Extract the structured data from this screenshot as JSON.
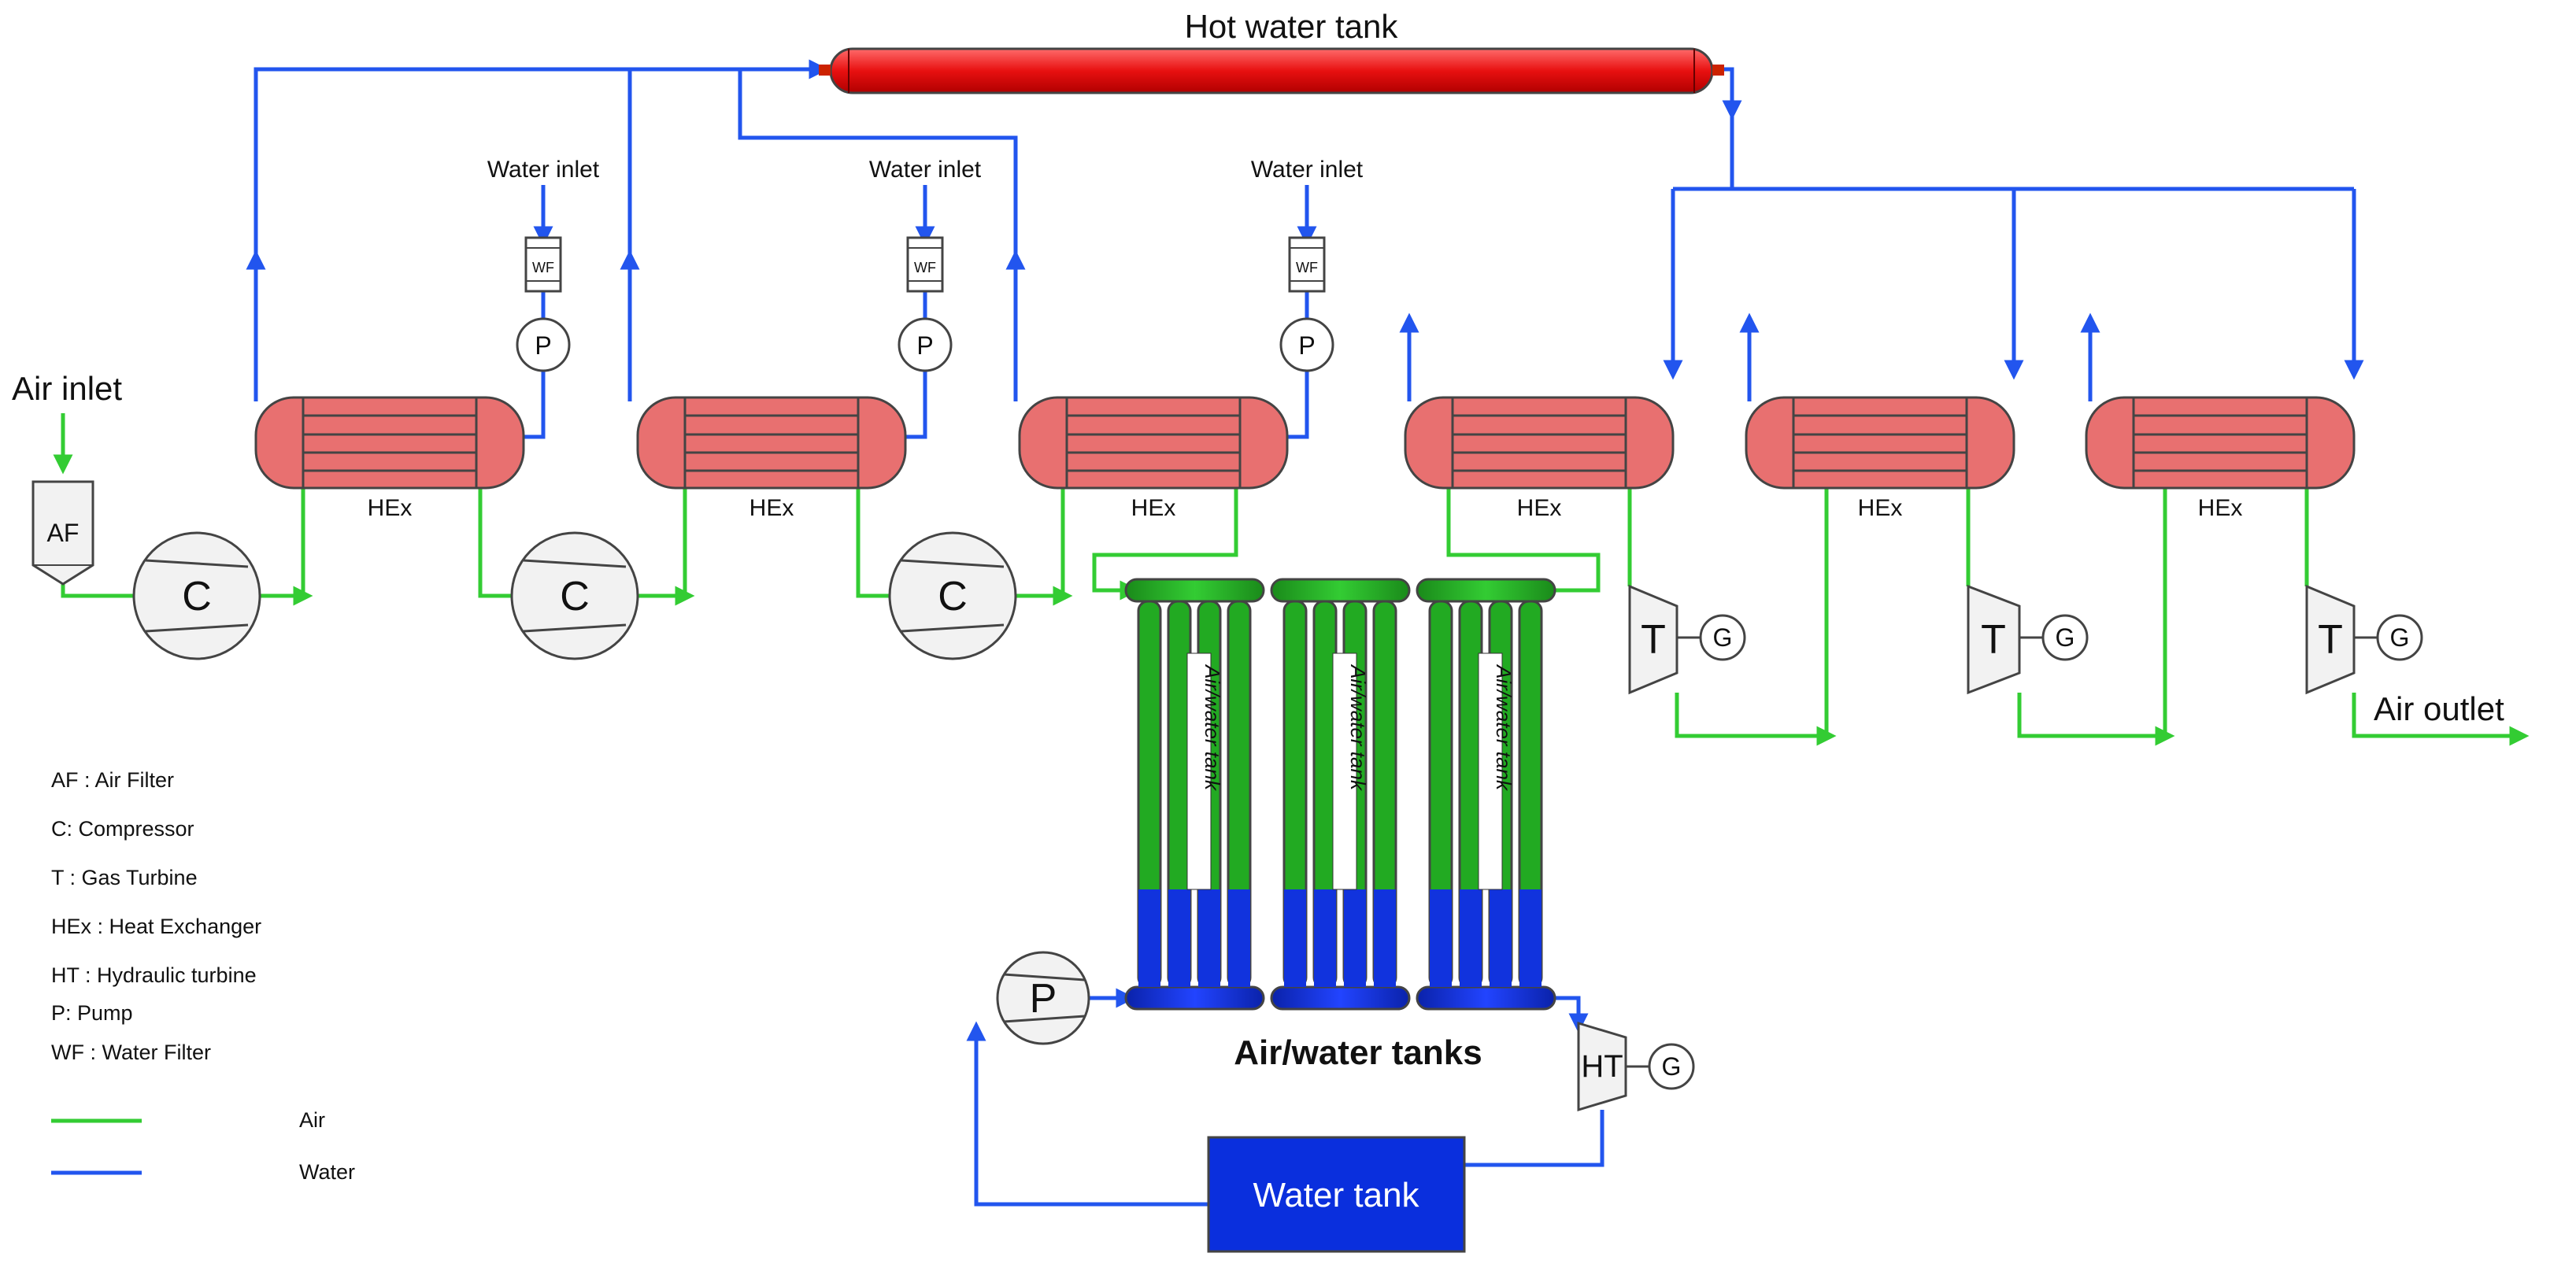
{
  "labels": {
    "hot_water_tank": "Hot water tank",
    "water_inlet": "Water inlet",
    "air_inlet": "Air inlet",
    "air_outlet": "Air outlet",
    "hex": "HEx",
    "air_water_tank": "Air/water tank",
    "air_water_tanks": "Air/water tanks",
    "water_tank": "Water tank"
  },
  "symbols": {
    "air_filter": "AF",
    "compressor": "C",
    "turbine": "T",
    "generator": "G",
    "pump": "P",
    "water_filter": "WF",
    "hydraulic_turbine": "HT"
  },
  "legend": {
    "items": [
      "AF : Air Filter",
      "C: Compressor",
      "T : Gas Turbine",
      "HEx : Heat Exchanger",
      "HT : Hydraulic turbine",
      "P: Pump",
      "WF : Water Filter"
    ],
    "air": "Air",
    "water": "Water"
  },
  "colors": {
    "air": "#33cc33",
    "water": "#2255ee",
    "hot_tank": "#ee2222",
    "hex_fill": "#e87070",
    "tank_green": "#22aa22",
    "tank_blue": "#1133dd"
  }
}
